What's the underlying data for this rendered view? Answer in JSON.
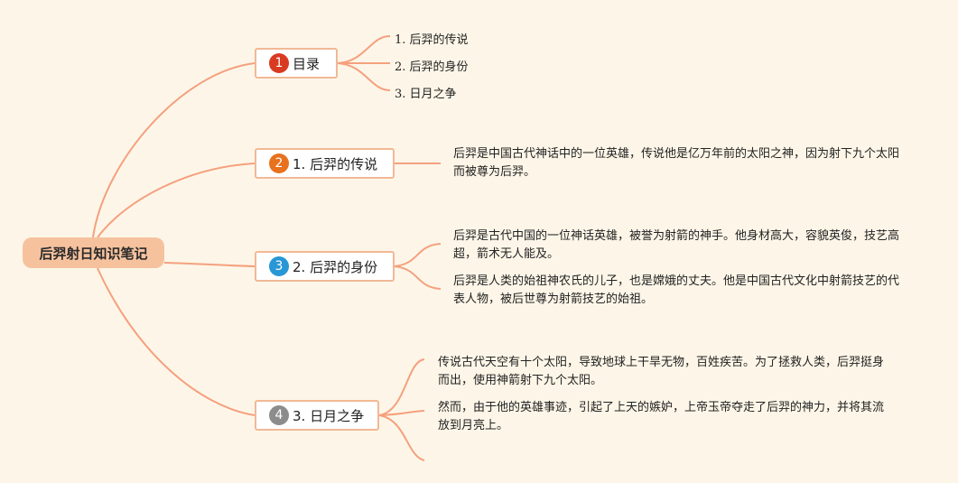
{
  "root": {
    "label": "后羿射日知识笔记"
  },
  "colors": {
    "line": "#f5a07e",
    "badge1": "#d93a22",
    "badge2": "#e8711e",
    "badge3": "#2897d6",
    "badge4": "#8c8c8c"
  },
  "topics": [
    {
      "number": "1",
      "label": "目录",
      "children": [
        "1. 后羿的传说",
        "2. 后羿的身份",
        "3. 日月之争"
      ]
    },
    {
      "number": "2",
      "label": "1. 后羿的传说",
      "paragraphs": [
        "后羿是中国古代神话中的一位英雄，传说他是亿万年前的太阳之神，因为射下九个太阳而被尊为后羿。"
      ]
    },
    {
      "number": "3",
      "label": "2. 后羿的身份",
      "paragraphs": [
        "后羿是古代中国的一位神话英雄，被誉为射箭的神手。他身材高大，容貌英俊，技艺高超，箭术无人能及。",
        "后羿是人类的始祖神农氏的儿子，也是嫦娥的丈夫。他是中国古代文化中射箭技艺的代表人物，被后世尊为射箭技艺的始祖。"
      ]
    },
    {
      "number": "4",
      "label": "3. 日月之争",
      "paragraphs": [
        "传说古代天空有十个太阳，导致地球上干旱无物，百姓疾苦。为了拯救人类，后羿挺身而出，使用神箭射下九个太阳。",
        "然而，由于他的英雄事迹，引起了上天的嫉妒，上帝玉帝夺走了后羿的神力，并将其流放到月亮上。"
      ]
    }
  ]
}
